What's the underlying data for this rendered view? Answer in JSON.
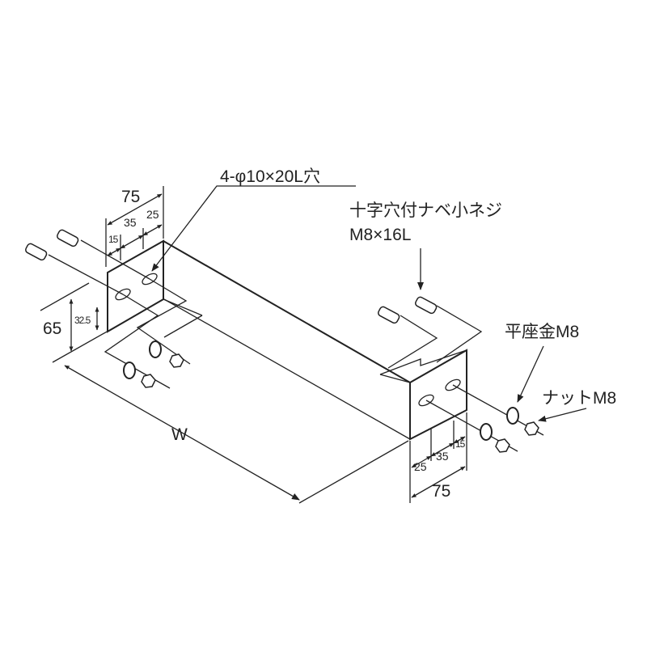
{
  "diagram": {
    "hole_label": "4-φ10×20L穴",
    "screw_label": "十字穴付ナベ小ネジ",
    "screw_size": "M8×16L",
    "washer_label": "平座金M8",
    "nut_label": "ナットM8",
    "width_label": "W",
    "left_dims": {
      "total": "75",
      "d35": "35",
      "d25": "25",
      "d15": "15",
      "height": "65",
      "half_height": "32.5"
    },
    "right_dims": {
      "total": "75",
      "d25": "25",
      "d35": "35",
      "d15": "15"
    },
    "line_color": "#222222"
  }
}
